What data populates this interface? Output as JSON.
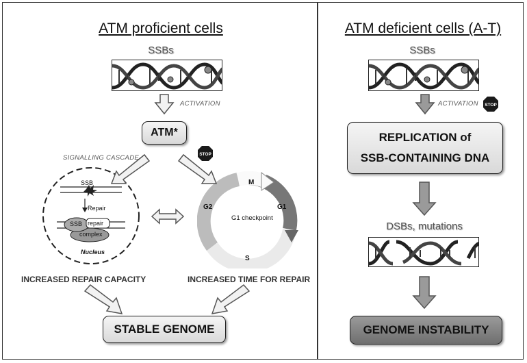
{
  "left": {
    "title": "ATM proficient cells",
    "ssbs": "SSBs",
    "activation": "ACTIVATION",
    "atm": "ATM*",
    "signalling": "SIGNALLING CASCADE",
    "stop": "STOP",
    "nucleus": {
      "ssb": "SSB",
      "repair": "Repair",
      "complex_ssb": "SSB",
      "complex_repair": "repair",
      "complex_label": "complex",
      "nucleus_label": "Nucleus"
    },
    "cycle": {
      "m": "M",
      "g1": "G1",
      "g2": "G2",
      "s": "S",
      "checkpoint": "G1 checkpoint"
    },
    "increased_repair": "INCREASED REPAIR CAPACITY",
    "increased_time": "INCREASED TIME FOR REPAIR",
    "stable": "STABLE GENOME"
  },
  "right": {
    "title": "ATM deficient cells (A-T)",
    "ssbs": "SSBs",
    "activation": "ACTIVATION",
    "stop": "STOP",
    "replication_line1": "REPLICATION of",
    "replication_line2": "SSB-CONTAINING DNA",
    "dsbs": "DSBs, mutations",
    "instability": "GENOME INSTABILITY"
  },
  "colors": {
    "box_light": "#e6e6e6",
    "box_dark": "#7f7f7f",
    "arrow_fill": "#f2f2f2",
    "arrow_dark": "#9a9a9a",
    "stop_sign": "#1a1a1a"
  }
}
